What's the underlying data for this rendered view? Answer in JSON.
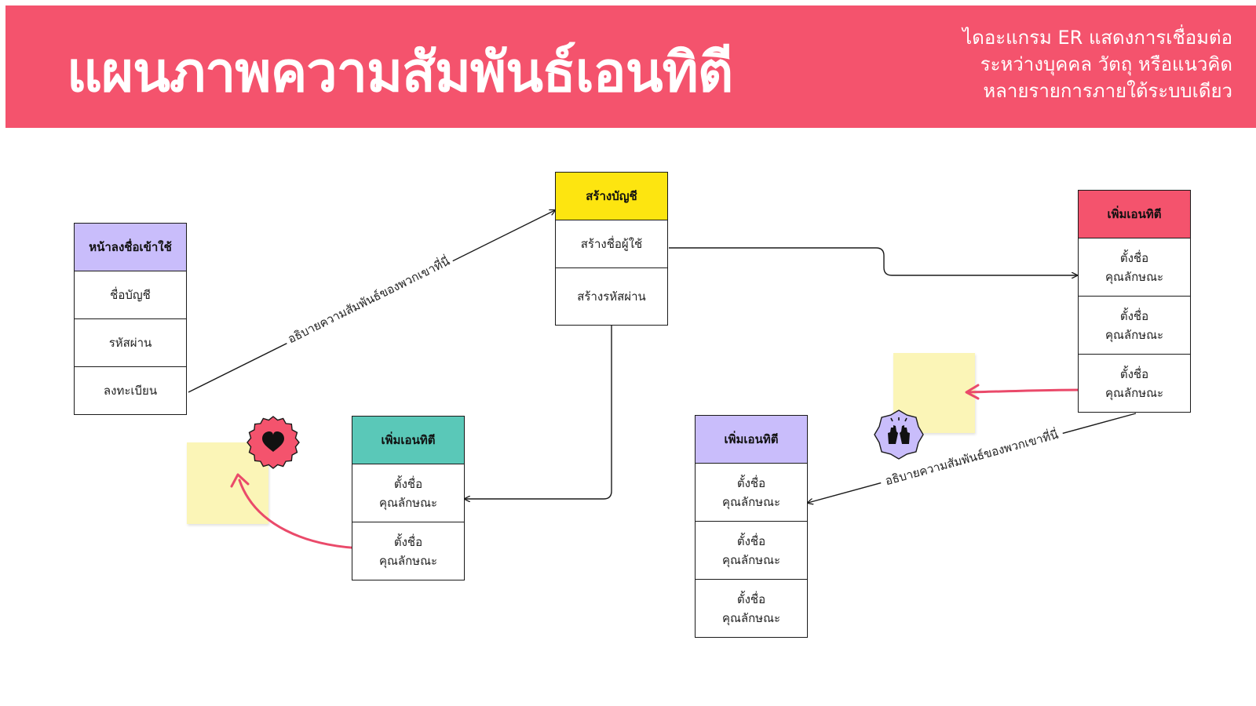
{
  "header": {
    "title": "แผนภาพความสัมพันธ์เอนทิตี",
    "subtitle_lines": [
      "ไดอะแกรม ER แสดงการเชื่อมต่อ",
      "ระหว่างบุคคล วัตถุ หรือแนวคิด",
      "หลายรายการภายใต้ระบบเดียว"
    ]
  },
  "entities": {
    "login": {
      "title": "หน้าลงชื่อเข้าใช้",
      "color": "#c9bdfb",
      "rows": [
        "ชื่อบัญชี",
        "รหัสผ่าน",
        "ลงทะเบียน"
      ]
    },
    "create_account": {
      "title": "สร้างบัญชี",
      "color": "#fde510",
      "rows": [
        "สร้างชื่อผู้ใช้",
        "สร้างรหัสผ่าน"
      ]
    },
    "add_entity_teal": {
      "title": "เพิ่มเอนทิตี",
      "color": "#5ac8b8",
      "rows": [
        {
          "line1": "ตั้งชื่อ",
          "line2": "คุณลักษณะ"
        },
        {
          "line1": "ตั้งชื่อ",
          "line2": "คุณลักษณะ"
        }
      ]
    },
    "add_entity_purple": {
      "title": "เพิ่มเอนทิตี",
      "color": "#c9bdfb",
      "rows": [
        {
          "line1": "ตั้งชื่อ",
          "line2": "คุณลักษณะ"
        },
        {
          "line1": "ตั้งชื่อ",
          "line2": "คุณลักษณะ"
        },
        {
          "line1": "ตั้งชื่อ",
          "line2": "คุณลักษณะ"
        }
      ]
    },
    "add_entity_pink": {
      "title": "เพิ่มเอนทิตี",
      "color": "#f4536d",
      "rows": [
        {
          "line1": "ตั้งชื่อ",
          "line2": "คุณลักษณะ"
        },
        {
          "line1": "ตั้งชื่อ",
          "line2": "คุณลักษณะ"
        },
        {
          "line1": "ตั้งชื่อ",
          "line2": "คุณลักษณะ"
        }
      ]
    }
  },
  "relations": {
    "label_1": "อธิบายความสัมพันธ์ของพวกเขาที่นี่",
    "label_2": "อธิบายความสัมพันธ์ของพวกเขาที่นี่"
  },
  "icons": {
    "heart_badge": "heart-icon",
    "hands_badge": "raised-hands-icon"
  },
  "colors": {
    "banner": "#f4536d",
    "note": "#fbf5b7",
    "arrow_accent": "#ea4a6a",
    "heart_badge_bg": "#f4536d",
    "hands_badge_bg": "#c9bdfb"
  }
}
